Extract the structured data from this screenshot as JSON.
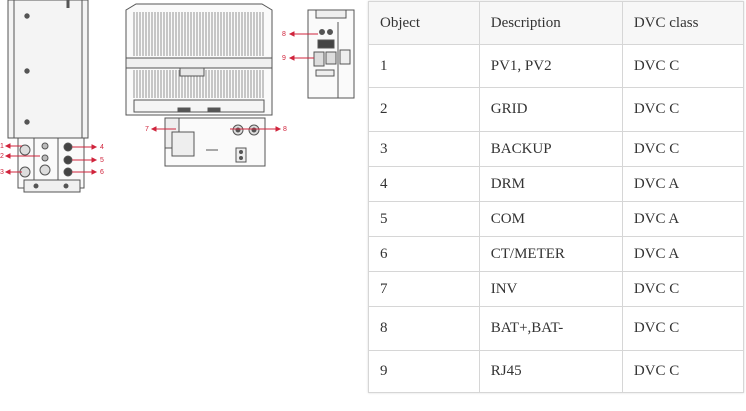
{
  "table": {
    "headers": [
      "Object",
      "Description",
      "DVC class"
    ],
    "rows": [
      {
        "object": "1",
        "description": "PV1, PV2",
        "dvc": "DVC C"
      },
      {
        "object": "2",
        "description": "GRID",
        "dvc": "DVC C"
      },
      {
        "object": "3",
        "description": "BACKUP",
        "dvc": "DVC C"
      },
      {
        "object": "4",
        "description": "DRM",
        "dvc": "DVC A"
      },
      {
        "object": "5",
        "description": "COM",
        "dvc": "DVC A"
      },
      {
        "object": "6",
        "description": "CT/METER",
        "dvc": "DVC A"
      },
      {
        "object": "7",
        "description": "INV",
        "dvc": "DVC C"
      },
      {
        "object": "8",
        "description": "BAT+,BAT-",
        "dvc": "DVC C"
      },
      {
        "object": "9",
        "description": "RJ45",
        "dvc": "DVC C"
      }
    ]
  },
  "diagram": {
    "callouts": [
      "1",
      "2",
      "3",
      "4",
      "5",
      "6",
      "7",
      "8",
      "8",
      "9"
    ],
    "callout_color": "#d0243c"
  }
}
